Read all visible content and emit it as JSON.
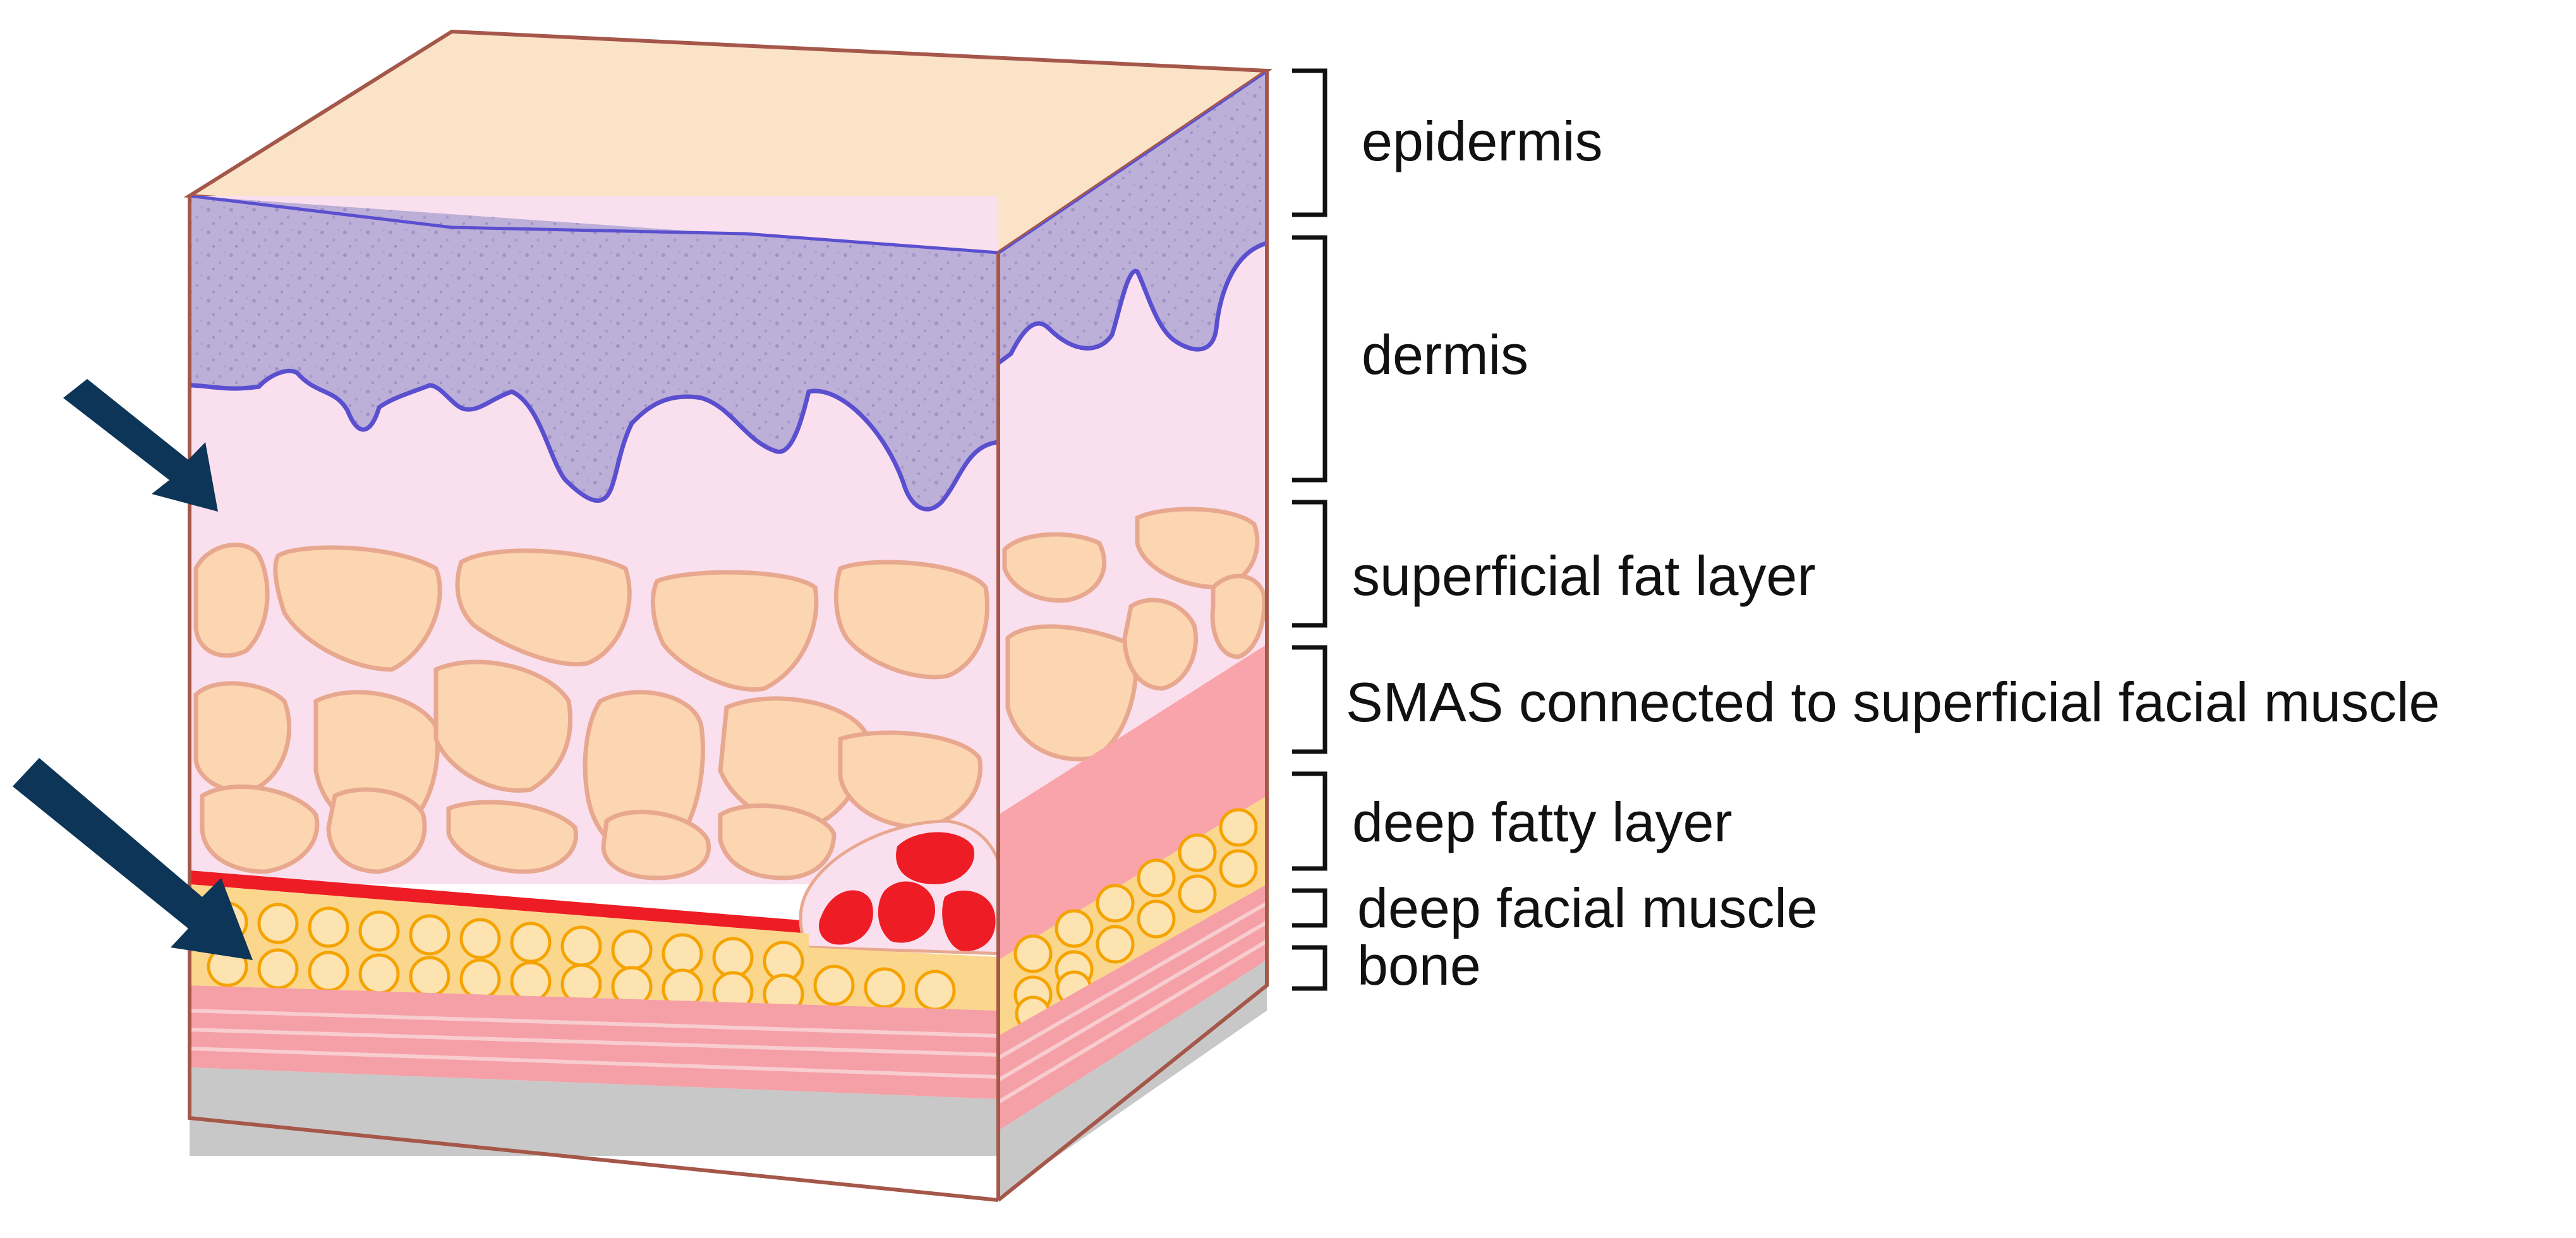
{
  "labels": {
    "epidermis": "epidermis",
    "dermis": "dermis",
    "superficial_fat": "superficial fat layer",
    "smas": "SMAS connected to superficial facial muscle",
    "deep_fat": "deep fatty layer",
    "deep_muscle": "deep facial muscle",
    "bone": "bone"
  },
  "icons": [
    "arrow-icon",
    "bracket-icon"
  ],
  "colors": {
    "epidermis_top": "#fbe3c8",
    "epidermis": "#bcafd8",
    "epidermis_edge": "#5a4fcf",
    "dermis": "#fae0ee",
    "fat_cell": "#fcd6b0",
    "fat_cell_edge": "#e8a890",
    "smas": "#f9a4aa",
    "vessel": "#ee1c24",
    "deep_fat_fill": "#fbd78d",
    "deep_fat_cell_edge": "#f5a300",
    "muscle": "#f4a0a6",
    "bone": "#c8c8c8",
    "outline": "#a5574a",
    "arrow": "#0c3557"
  }
}
